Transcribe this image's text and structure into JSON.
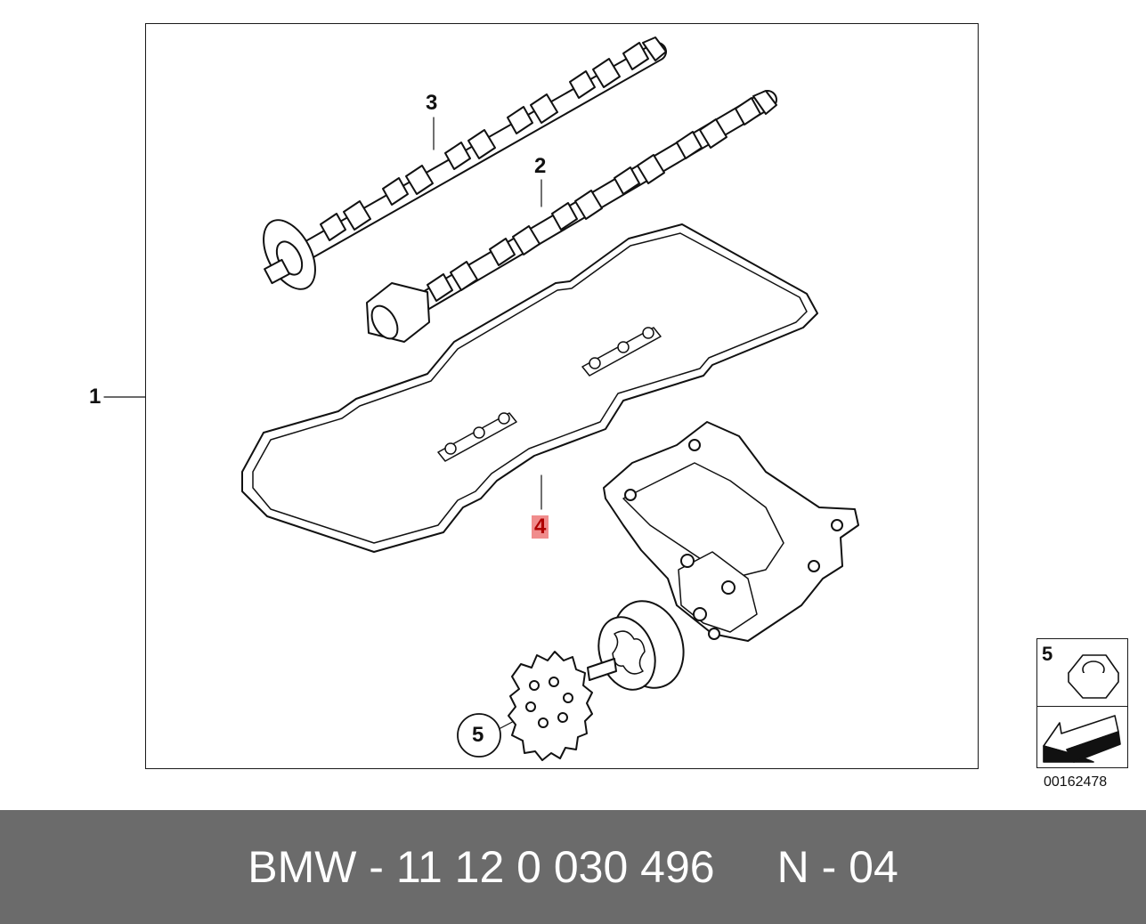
{
  "callouts": {
    "assembly": "1",
    "camshaft_exhaust": "2",
    "camshaft_intake": "3",
    "gasket": "4",
    "sprocket": "5"
  },
  "legend": {
    "number": "5",
    "icons": [
      "hex-nut-icon",
      "arrow-direction-icon"
    ]
  },
  "image_id": "00162478",
  "footer": {
    "part": "BMW - 11 12 0 030 496",
    "page": "N - 04"
  },
  "colors": {
    "highlight_bg": "#f08c8c",
    "highlight_text": "#b00000",
    "footer_bg": "#6b6b6b"
  }
}
